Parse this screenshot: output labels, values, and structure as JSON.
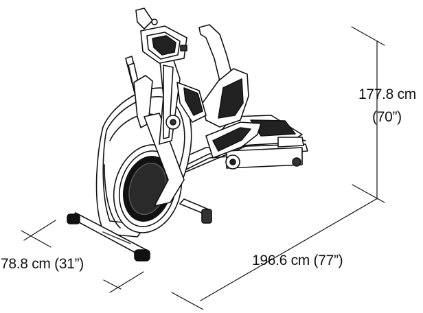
{
  "image": {
    "subject": "elliptical-trainer",
    "line_color": "#111111",
    "background": "#ffffff"
  },
  "dimensions": {
    "height_cm": "177.8 cm",
    "height_in": "(70”)",
    "depth": "196.6 cm (77”)",
    "width": "78.8 cm (31”)"
  }
}
